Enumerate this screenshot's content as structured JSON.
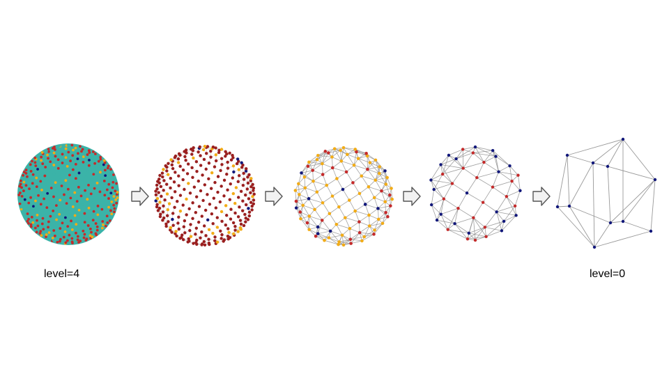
{
  "labels": {
    "finest": "level=4",
    "coarsest": "level=0"
  },
  "colors": {
    "background_teal": "#3bb3a8",
    "node_red": "#c42a2a",
    "node_darkred": "#9a1f1f",
    "node_orange": "#f2ac17",
    "node_navy": "#11177a",
    "edge_gray": "#8d8d8d",
    "arrow_fill": "#f2f2f2",
    "arrow_stroke": "#555555"
  },
  "stages": [
    {
      "name": "mesh-level-4",
      "style": "dense-teal"
    },
    {
      "name": "mesh-level-3",
      "style": "dense-red"
    },
    {
      "name": "mesh-level-2",
      "style": "orange-wire"
    },
    {
      "name": "mesh-level-1",
      "style": "red-wire"
    },
    {
      "name": "mesh-level-0",
      "style": "sparse-wire"
    }
  ],
  "icons": [
    "right-arrow-icon"
  ]
}
